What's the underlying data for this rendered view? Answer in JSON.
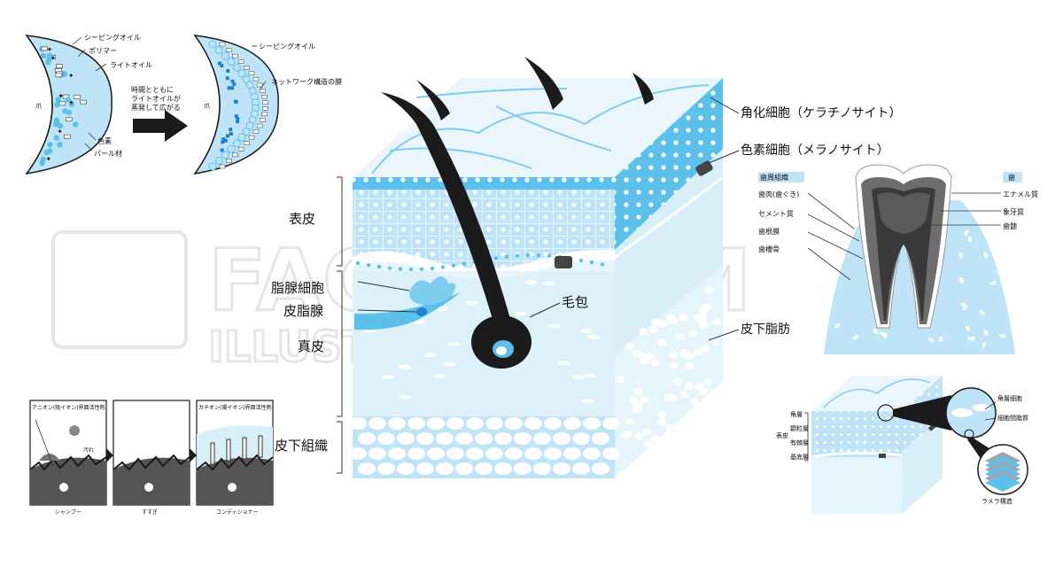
{
  "nail_top": {
    "labels": {
      "sealing_oil": "シーピングオイル",
      "polymer": "ポリマー",
      "light_oil": "ライトオイル",
      "nail": "爪",
      "pigment": "色素",
      "pearl": "パール材",
      "arrow_line1": "時間とともに",
      "arrow_line2": "ライトオイルが",
      "arrow_line3": "蒸発して広がる",
      "nail_right": "爪",
      "sealing_oil_right": "シーピングオイル",
      "network_film": "ネットワーク構造の膜"
    }
  },
  "skin_main": {
    "labels": {
      "keratinocyte": "角化細胞（ケラチノサイト）",
      "melanocyte": "色素細胞（メラノサイト）",
      "epidermis": "表皮",
      "sebaceous_cell": "脂腺細胞",
      "sebaceous_gland": "皮脂腺",
      "hair_follicle": "毛包",
      "dermis": "真皮",
      "subcutaneous_fat": "皮下脂肪",
      "subcutaneous_tissue": "皮下組織"
    }
  },
  "tooth": {
    "labels": {
      "periodontal": "歯周組織",
      "tooth": "歯",
      "gum": "歯肉(歯ぐき)",
      "cementum": "セメント質",
      "pdl": "歯根膜",
      "alveolar": "歯槽骨",
      "enamel": "エナメル質",
      "dentin": "象牙質",
      "pulp": "歯髄"
    }
  },
  "hair_panels": {
    "labels": {
      "anionic": "アニオン(陰イオン)界面活性剤",
      "dirt": "汚れ",
      "cationic": "カチオン(陽イオン)界面活性剤",
      "shampoo": "シャンプー",
      "rinse": "すすぎ",
      "conditioner": "コンディショナー"
    }
  },
  "skin_small": {
    "labels": {
      "stratum_corneum": "角層",
      "granular": "顆粒層",
      "spinous": "有棘層",
      "basal": "基底層",
      "epidermis": "表皮",
      "corneocyte": "角層細胞",
      "intercellular": "細胞間脂質",
      "lamellar": "ラメラ構造"
    }
  },
  "watermark": {
    "line1": "FACTORY M",
    "line2": "ILLUSTRATION"
  },
  "colors": {
    "light_blue": "#bfe4f7",
    "mid_blue": "#5cc1ea",
    "pale_blue": "#e6f5fc",
    "hair_black": "#1b1b1b",
    "watermark": "#e3e3e3"
  }
}
